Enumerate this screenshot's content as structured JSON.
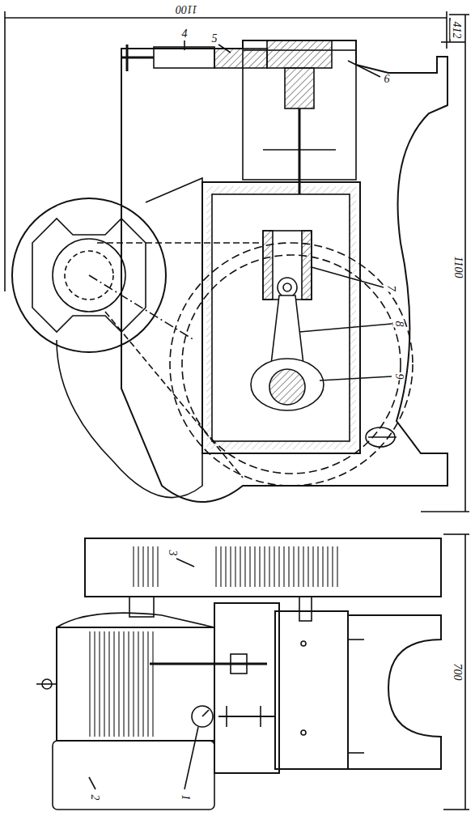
{
  "diagram": {
    "labels": [
      "1100",
      "412",
      "4",
      "5",
      "6",
      "1100",
      "7",
      "8",
      "9",
      "3",
      "700",
      "2",
      "1"
    ]
  }
}
